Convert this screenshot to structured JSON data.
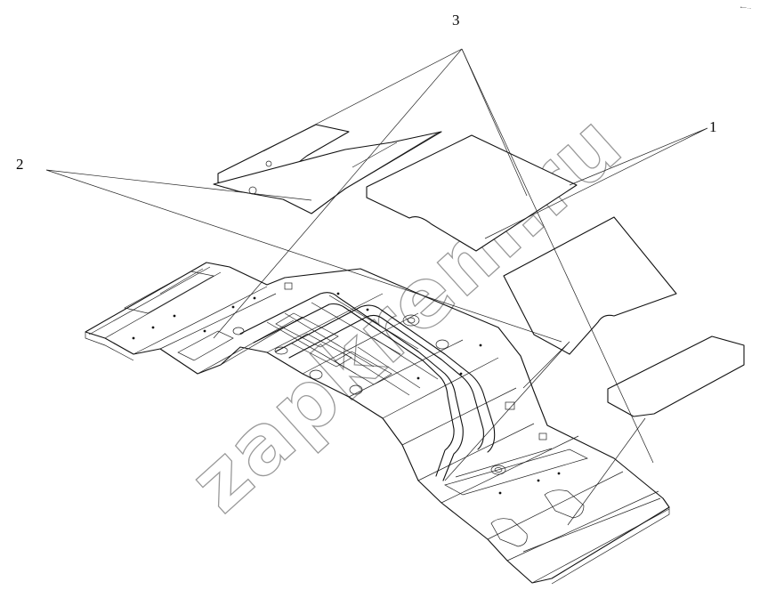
{
  "callouts": [
    {
      "id": "1",
      "label": "1"
    },
    {
      "id": "2",
      "label": "2"
    },
    {
      "id": "3",
      "label": "3"
    }
  ],
  "watermark": "zapkrem.ru",
  "corner_mark": "•— ..."
}
